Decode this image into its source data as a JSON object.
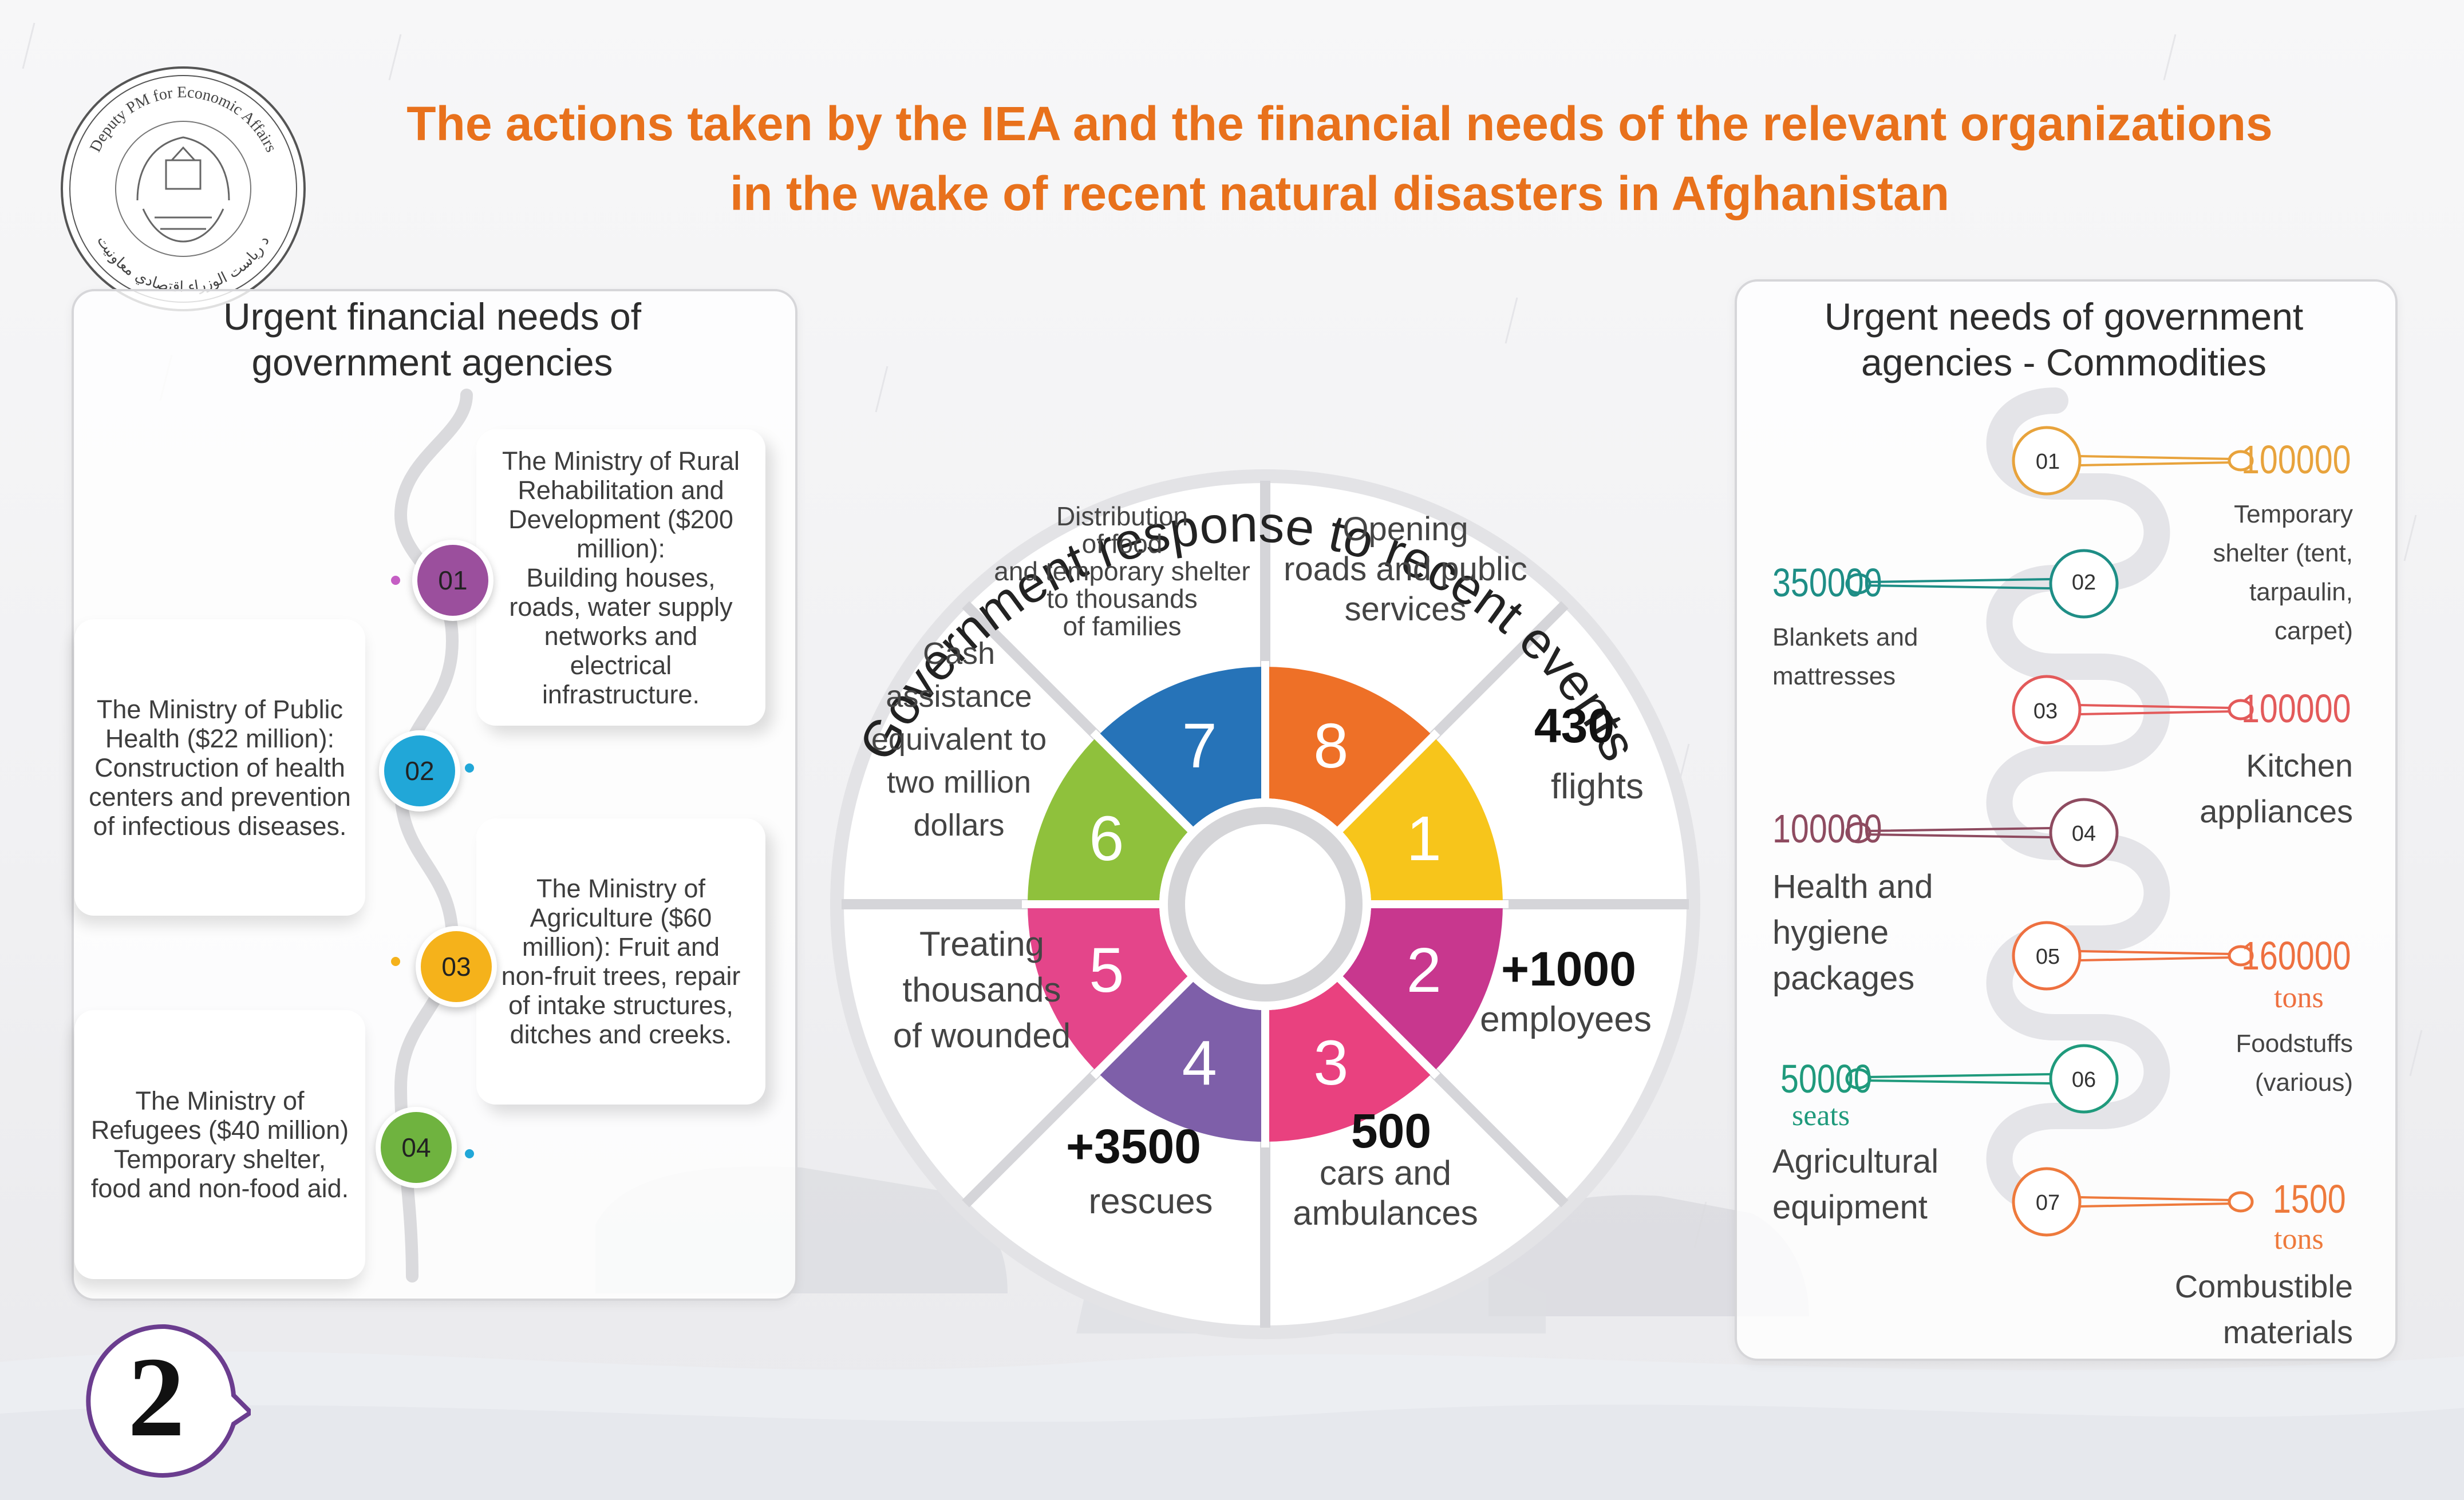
{
  "title": {
    "line1": "The actions taken by the IEA and the financial needs of the relevant organizations",
    "line2": "in the wake of recent natural disasters in Afghanistan"
  },
  "seal": {
    "top_text": "Deputy PM for Economic Affairs",
    "bottom_text": "د رياست الوزراء اقتصادي معاونيت"
  },
  "colors": {
    "title": "#e8711c",
    "seg1": "#f7c51b",
    "seg2": "#c8378e",
    "seg3": "#e9417f",
    "seg4": "#7e5fa9",
    "seg5": "#e4458a",
    "seg6": "#8fc13c",
    "seg7": "#2673b8",
    "seg8": "#ee7027"
  },
  "left_panel": {
    "title_line1": "Urgent financial needs of",
    "title_line2": "government agencies",
    "items": [
      {
        "num": "01",
        "lines": [
          "The Ministry of Rural",
          "Rehabilitation and",
          "Development ($200",
          "million):",
          "Building houses,",
          "roads, water supply",
          "networks and",
          "electrical",
          "infrastructure."
        ],
        "color": "#9b4f9d"
      },
      {
        "num": "02",
        "lines": [
          "The Ministry of Public",
          "Health ($22 million):",
          "Construction of health",
          "centers and prevention",
          "of infectious diseases."
        ],
        "color": "#21a7d8"
      },
      {
        "num": "03",
        "lines": [
          "The Ministry of",
          "Agriculture ($60",
          "million): Fruit and",
          "non-fruit trees, repair",
          "of intake structures,",
          "ditches and creeks."
        ],
        "color": "#f5b21b"
      },
      {
        "num": "04",
        "lines": [
          "The Ministry of",
          "Refugees ($40 million)",
          "Temporary shelter,",
          "food and non-food aid."
        ],
        "color": "#6fb33f"
      }
    ]
  },
  "wheel": {
    "title": "Government response to recent events",
    "segments": [
      {
        "num": "1",
        "value": "430",
        "label_lines": [
          "flights"
        ]
      },
      {
        "num": "2",
        "value": "+1000",
        "label_lines": [
          "employees"
        ]
      },
      {
        "num": "3",
        "value": "500",
        "label_lines": [
          "cars and",
          "ambulances"
        ]
      },
      {
        "num": "4",
        "value": "+3500",
        "label_lines": [
          "rescues"
        ]
      },
      {
        "num": "5",
        "label_lines": [
          "Treating",
          "thousands",
          "of wounded"
        ]
      },
      {
        "num": "6",
        "label_lines": [
          "Cash",
          "assistance",
          "equivalent to",
          "two million",
          "dollars"
        ]
      },
      {
        "num": "7",
        "label_lines": [
          "Distribution",
          "of food",
          "and temporary shelter",
          "to thousands",
          "of families"
        ]
      },
      {
        "num": "8",
        "label_lines": [
          "Opening",
          "roads and public",
          "services"
        ]
      }
    ]
  },
  "right_panel": {
    "title_line1": "Urgent needs of government",
    "title_line2": "agencies - Commodities",
    "items": [
      {
        "num": "01",
        "value": "100000",
        "unit": "",
        "label_lines": [
          "Temporary",
          "shelter (tent,",
          "tarpaulin,",
          "carpet)"
        ],
        "color": "#e8a33c"
      },
      {
        "num": "02",
        "value": "350000",
        "unit": "",
        "label_lines": [
          "Blankets and",
          "mattresses"
        ],
        "color": "#1e8e86"
      },
      {
        "num": "03",
        "value": "100000",
        "unit": "",
        "label_lines": [
          "Kitchen",
          "appliances"
        ],
        "color": "#e35a5a"
      },
      {
        "num": "04",
        "value": "100000",
        "unit": "",
        "label_lines": [
          "Health and",
          "hygiene",
          "packages"
        ],
        "color": "#8e4b60"
      },
      {
        "num": "05",
        "value": "160000",
        "unit": "tons",
        "label_lines": [
          "Foodstuffs",
          "(various)"
        ],
        "color": "#ee7040"
      },
      {
        "num": "06",
        "value": "50000",
        "unit": "seats",
        "label_lines": [
          "Agricultural",
          "equipment"
        ],
        "color": "#1f9a7c"
      },
      {
        "num": "07",
        "value": "1500",
        "unit": "tons",
        "label_lines": [
          "Combustible",
          "materials"
        ],
        "color": "#ee7a3c"
      }
    ]
  },
  "page": {
    "number": "2"
  }
}
